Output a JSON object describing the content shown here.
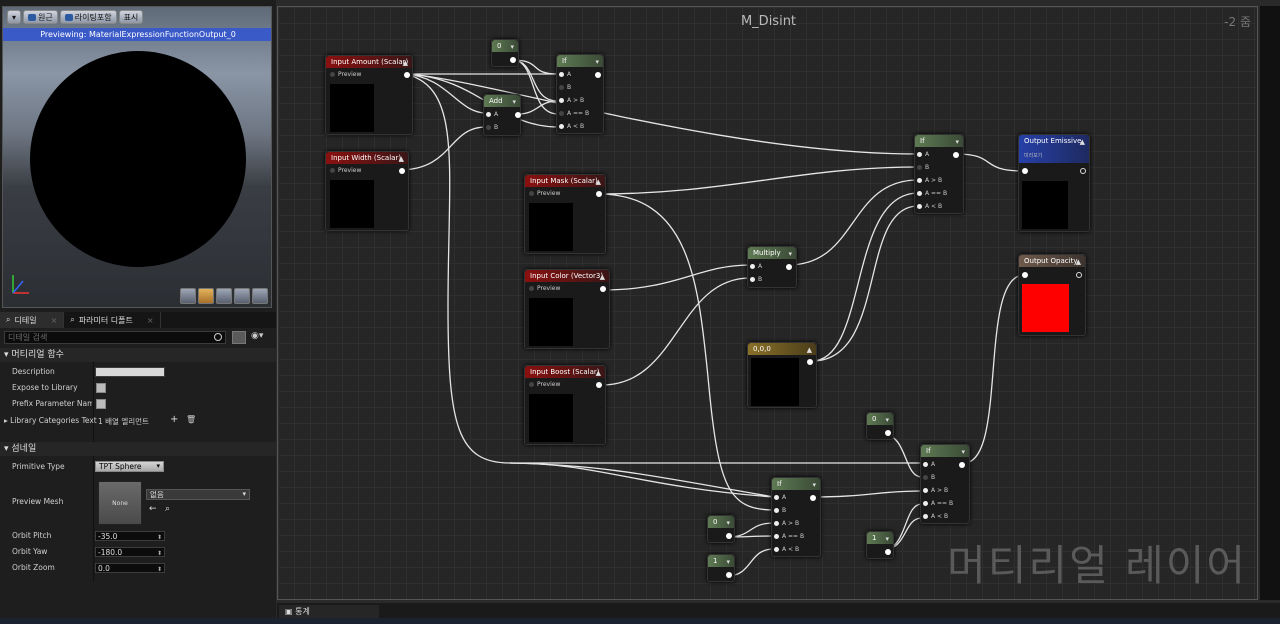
{
  "preview": {
    "toolbar": [
      {
        "label": "원근"
      },
      {
        "label": "라이팅포함"
      },
      {
        "label": "표시"
      }
    ],
    "banner": "Previewing: MaterialExpressionFunctionOutput_0"
  },
  "panel_tabs": [
    {
      "label": "디테일",
      "icon": "magnifier-icon"
    },
    {
      "label": "파라미터 디폴트",
      "icon": "magnifier-icon"
    }
  ],
  "details": {
    "search_placeholder": "디테일 검색",
    "section_function": "머티리얼 함수",
    "description_label": "Description",
    "description_value": "",
    "expose_label": "Expose to Library",
    "prefix_label": "Prefix Parameter Names",
    "categories_label": "Library Categories Text",
    "categories_value": "1 배열 엘리먼트",
    "section_preview": "섬네일",
    "primitive_label": "Primitive Type",
    "primitive_value": "TPT Sphere",
    "mesh_label": "Preview Mesh",
    "mesh_thumb": "None",
    "mesh_value": "없음",
    "pitch_label": "Orbit Pitch",
    "pitch_value": "-35.0",
    "yaw_label": "Orbit Yaw",
    "yaw_value": "-180.0",
    "zoom_label": "Orbit Zoom",
    "zoom_value": "0.0"
  },
  "graph": {
    "title": "M_Disint",
    "zoom": "-2 줌",
    "watermark": "머티리얼 레이어",
    "pin_preview": "Preview",
    "pin_a": "A",
    "pin_b": "B",
    "pin_agtb": "A > B",
    "pin_aeqb": "A == B",
    "pin_altb": "A < B",
    "node_input_amount": "Input Amount (Scalar)",
    "node_input_width": "Input Width (Scalar)",
    "node_input_mask": "Input Mask (Scalar)",
    "node_input_color": "Input Color (Vector3)",
    "node_input_boost": "Input Boost (Scalar)",
    "node_add": "Add",
    "node_if": "If",
    "node_multiply": "Multiply",
    "node_const_zero": "0",
    "node_const_one": "1",
    "node_vec3": "0,0,0",
    "node_output_emissive": "Output Emissive",
    "node_output_emissive_sub": "미리보기",
    "node_output_opacity": "Output Opacity",
    "colors": {
      "opacity_preview": "#ff0000",
      "input_header": "#8a1010",
      "math_header": "#5e7a53",
      "output_header": "#2740a8"
    }
  },
  "statusbar": {
    "stats_tab": "통계"
  }
}
